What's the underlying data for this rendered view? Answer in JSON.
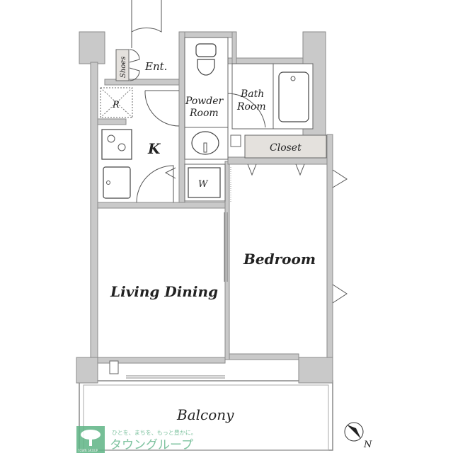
{
  "rooms": {
    "shoes": "Shoes",
    "entrance": "Ent.",
    "refrigerator": "R",
    "kitchen": "K",
    "powder_room_1": "Powder",
    "powder_room_2": "Room",
    "bath_room_1": "Bath",
    "bath_room_2": "Room",
    "closet": "Closet",
    "washer": "W",
    "bedroom": "Bedroom",
    "living_dining": "Living Dining",
    "balcony": "Balcony"
  },
  "compass": {
    "label": "N"
  },
  "logo": {
    "slogan": "ひとを、まちを、もっと豊かに。",
    "name": "タウングループ",
    "mark_text": "TOWN GROUP",
    "color": "#5fb585"
  },
  "colors": {
    "wall": "#c9c9c9",
    "closet": "#e4e1dd"
  }
}
